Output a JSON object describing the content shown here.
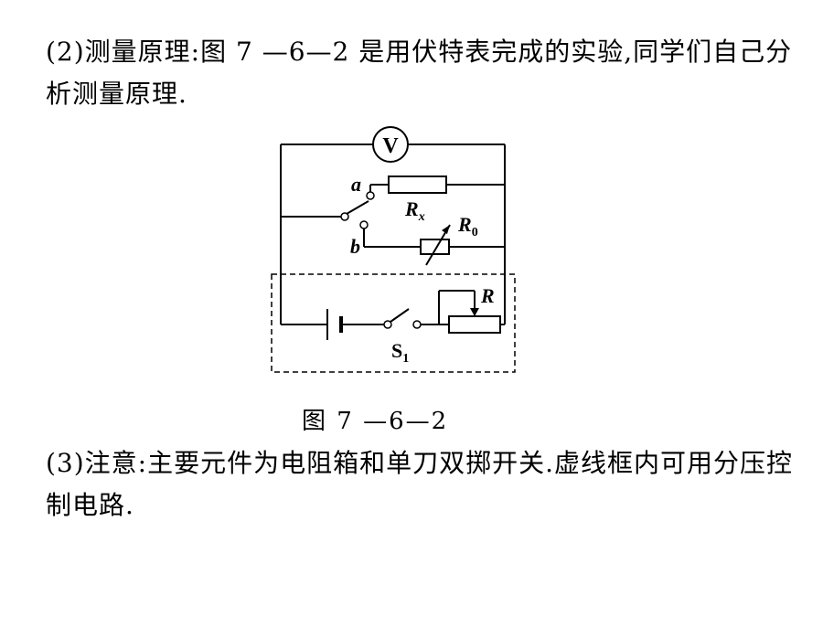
{
  "text": {
    "para2": "(2)测量原理:图 7 —6—2 是用伏特表完成的实验,同学们自己分析测量原理.",
    "caption": "图 7 —6—2",
    "para3": "(3)注意:主要元件为电阻箱和单刀双掷开关.虚线框内可用分压控制电路."
  },
  "diagram": {
    "voltmeter": "V",
    "terminal_a": "a",
    "terminal_b": "b",
    "rx_main": "R",
    "rx_sub": "x",
    "r0_main": "R",
    "r0_sub": "0",
    "rheostat": "R",
    "switch_main": "S",
    "switch_sub": "1"
  }
}
